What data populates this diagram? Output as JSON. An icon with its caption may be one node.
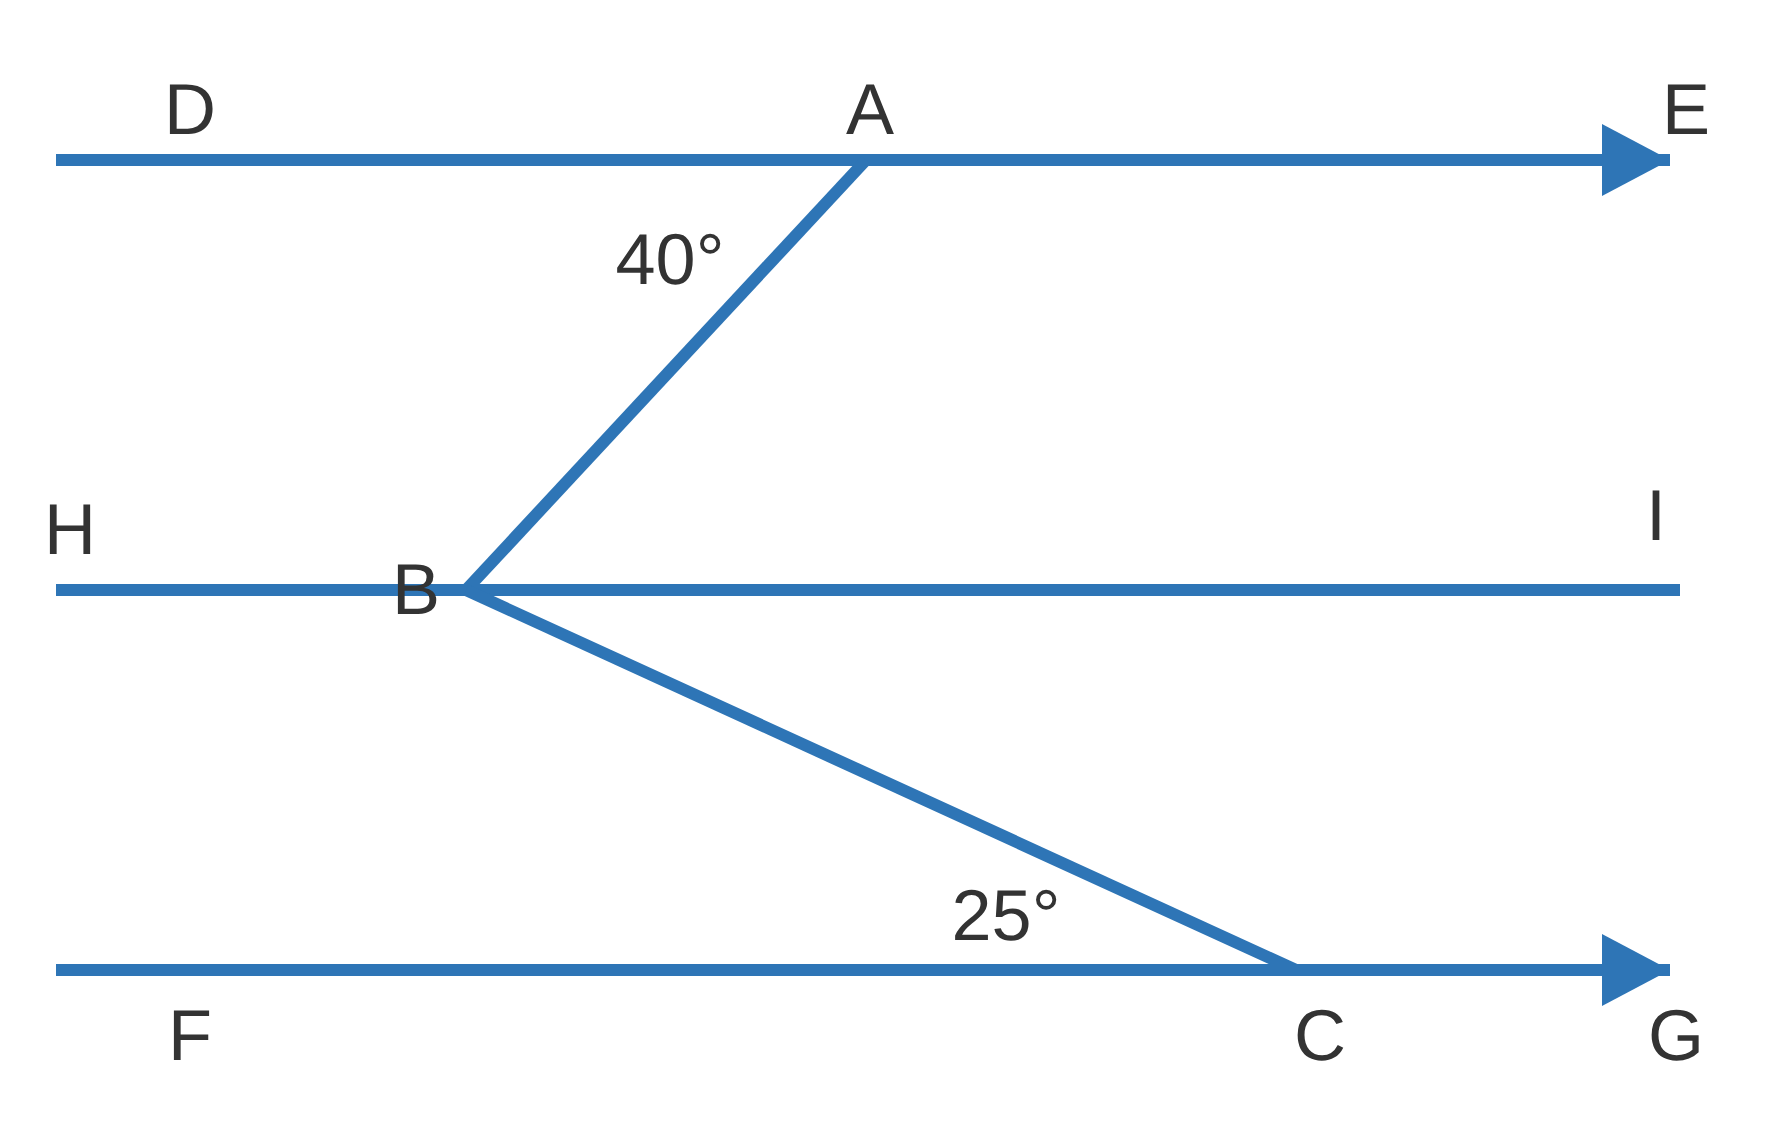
{
  "diagram": {
    "nodes": [
      {
        "text": [
          "D"
        ]
      },
      {
        "text": [
          "A"
        ]
      },
      {
        "text": [
          "E"
        ]
      },
      {
        "text": [
          "H"
        ]
      },
      {
        "text": [
          "B"
        ]
      },
      {
        "text": [
          "I"
        ]
      },
      {
        "text": [
          "F"
        ]
      },
      {
        "text": [
          "C"
        ]
      },
      {
        "text": [
          "G"
        ]
      }
    ],
    "edges": [
      {
        "from": 0,
        "to": 1,
        "arrow": "none"
      },
      {
        "from": 1,
        "to": 2,
        "arrow": "to"
      },
      {
        "from": 1,
        "to": 4,
        "arrow": "none"
      },
      {
        "from": 3,
        "to": 4,
        "arrow": "none"
      },
      {
        "from": 4,
        "to": 5,
        "arrow": "none"
      },
      {
        "from": 4,
        "to": 7,
        "arrow": "none"
      },
      {
        "from": 6,
        "to": 7,
        "arrow": "none"
      },
      {
        "from": 7,
        "to": 8,
        "arrow": "to"
      }
    ],
    "labels": [
      "40°",
      "25°"
    ]
  }
}
